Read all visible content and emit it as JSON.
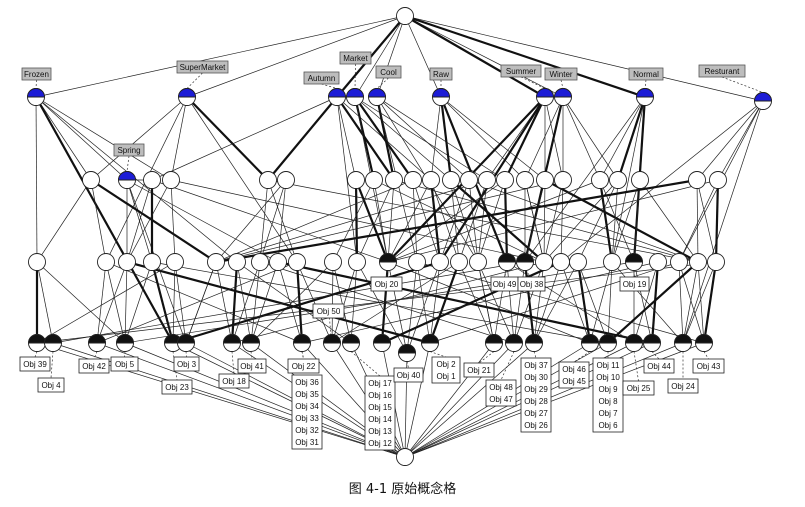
{
  "caption": "图 4-1 原始概念格",
  "attributes": [
    "Frozen",
    "SuperMarket",
    "Spring",
    "Autumn",
    "Market",
    "Cool",
    "Raw",
    "Summer",
    "Winter",
    "Normal",
    "Resturant"
  ],
  "objects": {
    "o20": [
      "Obj 20"
    ],
    "o50": [
      "Obj 50"
    ],
    "o49": [
      "Obj 49"
    ],
    "o38": [
      "Obj 38"
    ],
    "o19": [
      "Obj 19"
    ],
    "o39": [
      "Obj 39"
    ],
    "o4": [
      "Obj 4"
    ],
    "o42": [
      "Obj 42"
    ],
    "o5": [
      "Obj 5"
    ],
    "o3": [
      "Obj 3"
    ],
    "o23": [
      "Obj 23"
    ],
    "o41": [
      "Obj 41"
    ],
    "o18": [
      "Obj 18"
    ],
    "o22": [
      "Obj 22"
    ],
    "g1": [
      "Obj 36",
      "Obj 35",
      "Obj 34",
      "Obj 33",
      "Obj 32",
      "Obj 31"
    ],
    "g2": [
      "Obj 17",
      "Obj 16",
      "Obj 15",
      "Obj 14",
      "Obj 13",
      "Obj 12"
    ],
    "o40": [
      "Obj 40"
    ],
    "g3": [
      "Obj 2",
      "Obj 1"
    ],
    "o21": [
      "Obj 21"
    ],
    "g4": [
      "Obj 48",
      "Obj 47"
    ],
    "g5": [
      "Obj 37",
      "Obj 30",
      "Obj 29",
      "Obj 28",
      "Obj 27",
      "Obj 26"
    ],
    "g6": [
      "Obj 46",
      "Obj 45"
    ],
    "g7": [
      "Obj 11",
      "Obj 10",
      "Obj 9",
      "Obj 8",
      "Obj 7",
      "Obj 6"
    ],
    "o44": [
      "Obj 44"
    ],
    "o25": [
      "Obj 25"
    ],
    "o24": [
      "Obj 24"
    ],
    "o43": [
      "Obj 43"
    ]
  }
}
